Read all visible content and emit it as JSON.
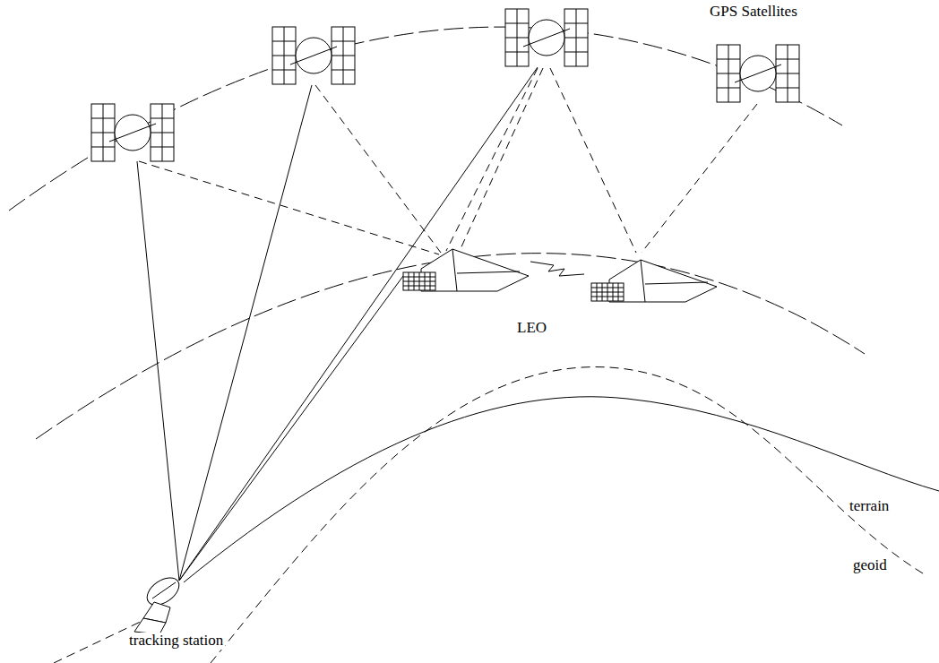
{
  "diagram": {
    "labels": [
      "GPS Satellites",
      "LEO",
      "terrain",
      "geoid",
      "tracking station"
    ]
  }
}
